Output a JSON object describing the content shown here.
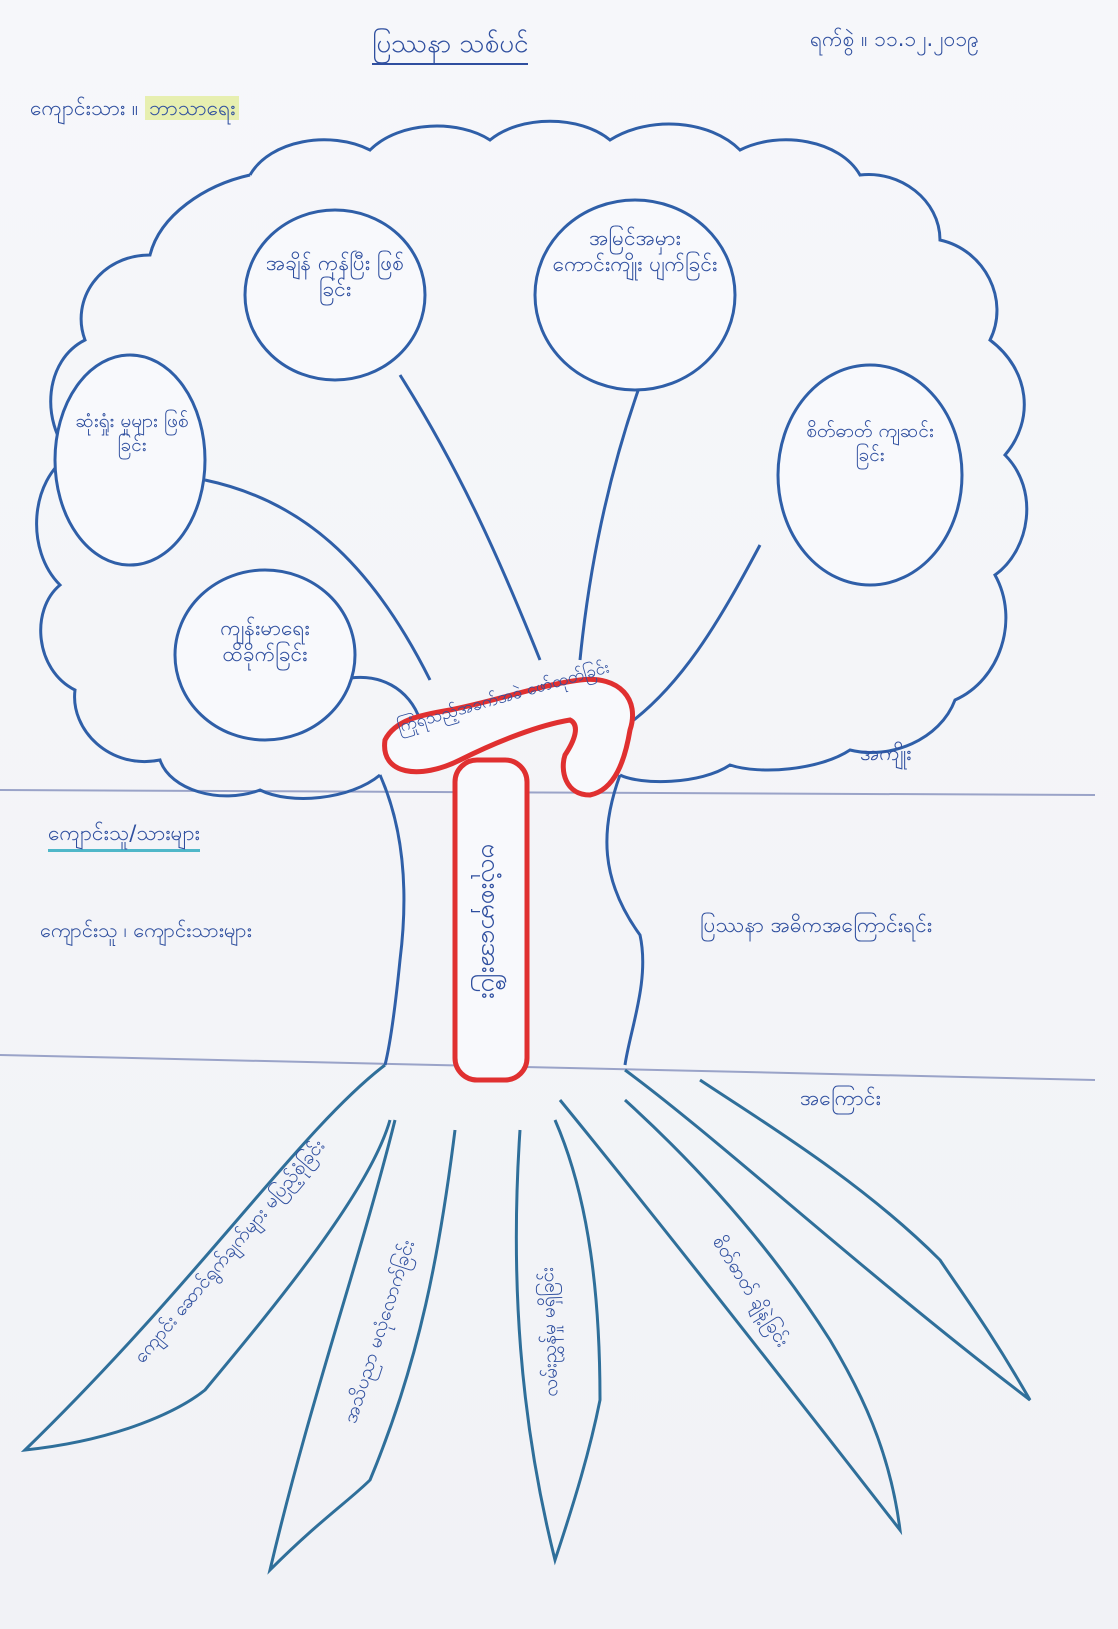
{
  "header": {
    "title": "ပြဿနာ သစ်ပင်",
    "date_label": "ရက်စွဲ ။ ၁၁.၁၂.၂၀၁၉",
    "subject_label": "ကျောင်းသား ။",
    "subject_value": "ဘာသာရေး"
  },
  "leaves_label": "အကျိုး",
  "trunk_label": "ပြဿနာ အဓိကအကြောင်းရင်း",
  "roots_label": "အကြောင်း",
  "side_heading": "ကျောင်းသူ/သားများ",
  "side_note": "ကျောင်းသူ ၊ ကျောင်းသားများ",
  "core_problem": "ဗလုံးစမှာအေးပြီး",
  "band_text": "ကြုံရသည့်အခက်အခဲ ဖော်ထုတ်ခြင်း",
  "effects": [
    "အချိန် ကုန်ပြီး ဖြစ်ခြင်း",
    "အမြင်အမှား ကောင်းကျိုး ပျက်ခြင်း",
    "ဆုံးရှုံး မှုများ ဖြစ်ခြင်း",
    "ကျန်းမာရေး ထိခိုက်ခြင်း",
    "စိတ်ဓာတ် ကျဆင်းခြင်း"
  ],
  "causes": [
    "ကျောင်း ဆောင်ရွက်ချက်များ မပြည့်စုံခြင်း",
    "အသိပညာ မလုံလောက်ခြင်း",
    "လမ်းညွှန်မှု မရှိခြင်း",
    "စိတ်ဓာတ် ချိနဲ့ခြင်း"
  ],
  "colors": {
    "ink": "#2f4f9f",
    "highlight": "#e03030",
    "teal": "#4fb7c9"
  }
}
